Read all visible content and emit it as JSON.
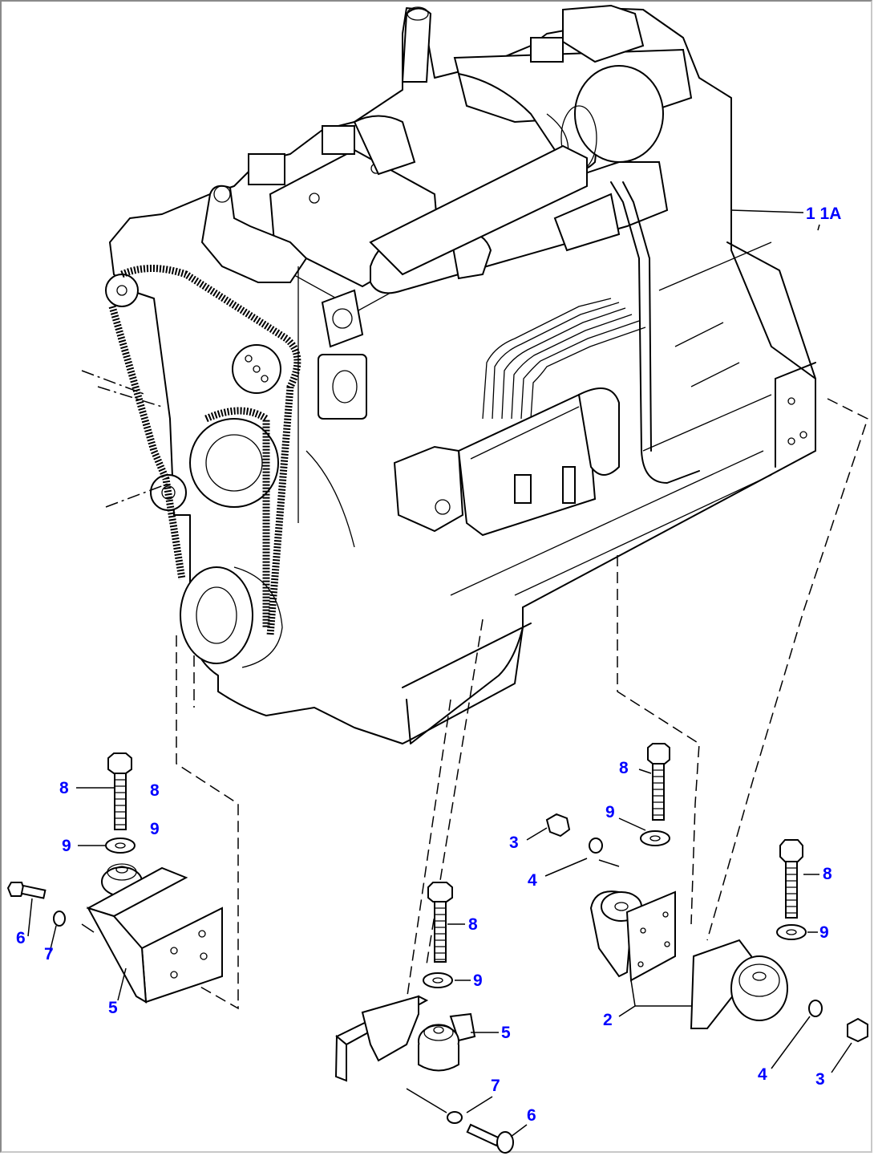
{
  "diagram": {
    "title": "Engine mounting exploded parts view",
    "callout_color": "#0000ff",
    "line_color": "#000000",
    "callouts": {
      "engine": "1 1A",
      "left_bolt_8a": "8",
      "left_bolt_8b": "8",
      "left_washer_9a": "9",
      "left_washer_9b": "9",
      "left_screw_6": "6",
      "left_lockwasher_7": "7",
      "left_bracket_5": "5",
      "center_bolt_8": "8",
      "center_washer_9": "9",
      "center_bracket_5": "5",
      "center_lockwasher_7": "7",
      "center_screw_6": "6",
      "right_nut_3a": "3",
      "right_washer_4a": "4",
      "right_bolt_8a": "8",
      "right_washer_9a": "9",
      "right_bolt_8b": "8",
      "right_washer_9b": "9",
      "right_mount_2": "2",
      "right_washer_4b": "4",
      "right_nut_3b": "3"
    },
    "parts": [
      {
        "callout": "1 1A",
        "part": "engine"
      },
      {
        "callout": "2",
        "part": "rear-mount-bracket-with-cushion"
      },
      {
        "callout": "3",
        "part": "nut"
      },
      {
        "callout": "4",
        "part": "washer"
      },
      {
        "callout": "5",
        "part": "front-mount-bracket-with-cushion"
      },
      {
        "callout": "6",
        "part": "screw"
      },
      {
        "callout": "7",
        "part": "lock-washer"
      },
      {
        "callout": "8",
        "part": "bolt"
      },
      {
        "callout": "9",
        "part": "washer"
      }
    ]
  }
}
